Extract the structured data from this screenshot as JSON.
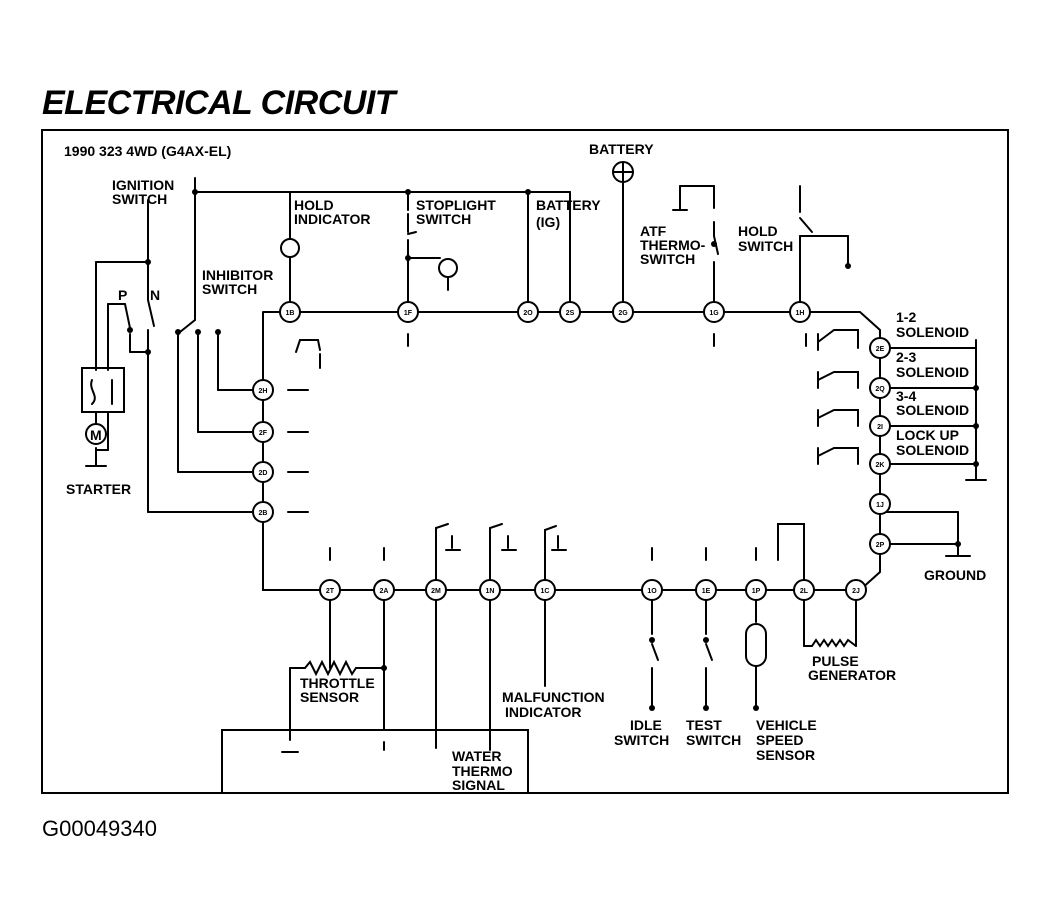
{
  "title": "ELECTRICAL CIRCUIT",
  "subtitle": "1990 323 4WD (G4AX-EL)",
  "figure_id": "G00049340",
  "labels": {
    "battery_top": "BATTERY",
    "ignition_switch": [
      "IGNITION",
      "SWITCH"
    ],
    "hold_indicator": [
      "HOLD",
      "INDICATOR"
    ],
    "stoplight_switch": [
      "STOPLIGHT",
      "SWITCH"
    ],
    "battery_ig": [
      "BATTERY",
      "(IG)"
    ],
    "atf_thermo_switch": [
      "ATF",
      "THERMO-",
      "SWITCH"
    ],
    "hold_switch": [
      "HOLD",
      "SWITCH"
    ],
    "inhibitor_switch": [
      "INHIBITOR",
      "SWITCH"
    ],
    "p": "P",
    "n": "N",
    "starter": "STARTER",
    "motor": "M",
    "solenoid_12": [
      "1-2",
      "SOLENOID"
    ],
    "solenoid_23": [
      "2-3",
      "SOLENOID"
    ],
    "solenoid_34": [
      "3-4",
      "SOLENOID"
    ],
    "lockup_solenoid": [
      "LOCK UP",
      "SOLENOID"
    ],
    "ground": "GROUND",
    "throttle_sensor": [
      "THROTTLE",
      "SENSOR"
    ],
    "malfunction_indicator": [
      "MALFUNCTION",
      "INDICATOR"
    ],
    "water_thermo_signal": [
      "WATER",
      "THERMO",
      "SIGNAL"
    ],
    "idle_switch": [
      "IDLE",
      "SWITCH"
    ],
    "test_switch": [
      "TEST",
      "SWITCH"
    ],
    "vehicle_speed_sensor": [
      "VEHICLE",
      "SPEED",
      "SENSOR"
    ],
    "pulse_generator": [
      "PULSE",
      "GENERATOR"
    ]
  },
  "pins": {
    "top": [
      "1B",
      "1F",
      "2O",
      "2S",
      "2G",
      "1G",
      "1H"
    ],
    "left": [
      "2H",
      "2F",
      "2D",
      "2B"
    ],
    "right": [
      "2E",
      "2Q",
      "2I",
      "2K",
      "1J",
      "2P"
    ],
    "bottom": [
      "2T",
      "2A",
      "2M",
      "1N",
      "1C",
      "1O",
      "1E",
      "1P",
      "2L",
      "2J"
    ]
  }
}
